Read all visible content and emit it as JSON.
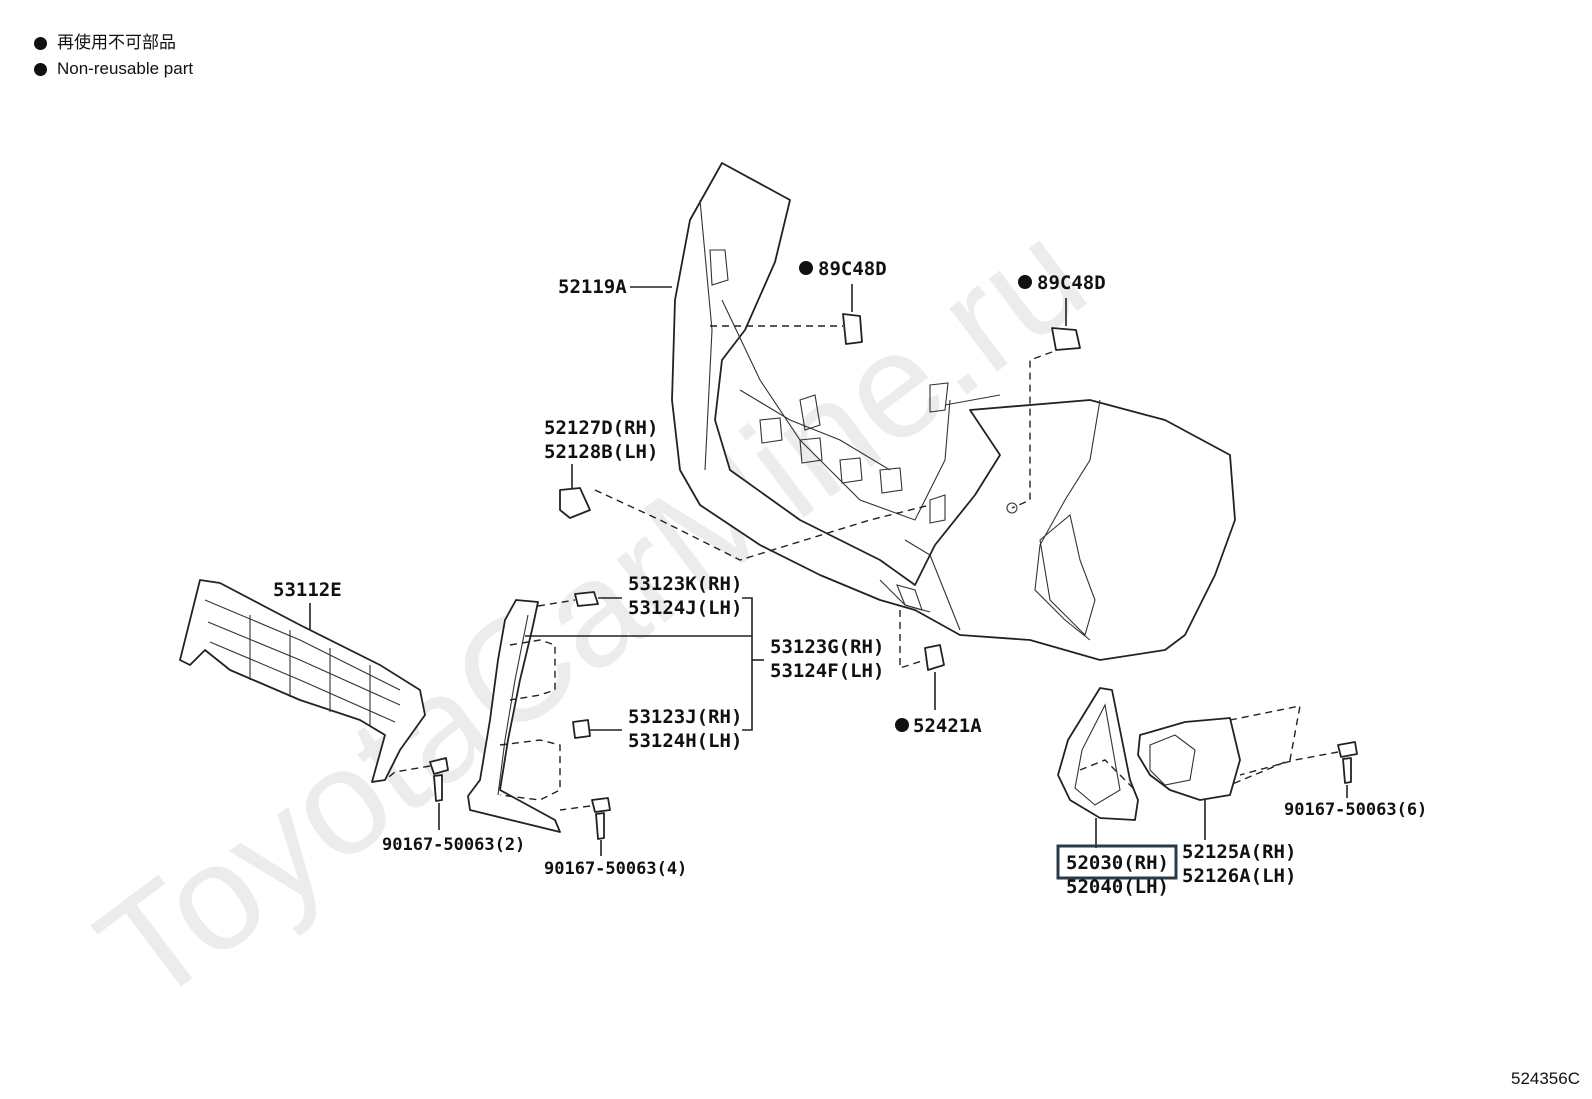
{
  "legend": {
    "items": [
      {
        "jp": "再使用不可部品"
      },
      {
        "en": "Non-reusable part"
      }
    ]
  },
  "watermark": "ToyotaCarMine.ru",
  "figure_number": "524356C",
  "labels": {
    "bumper_cover": "52119A",
    "clip_left": "89C48D",
    "clip_right": "89C48D",
    "cap_rh": "52127D(RH)",
    "cap_lh": "52128B(LH)",
    "grille": "53112E",
    "mold_upper_rh": "53123K(RH)",
    "mold_upper_lh": "53124J(LH)",
    "mold_rh": "53123G(RH)",
    "mold_lh": "53124F(LH)",
    "mold_lower_rh": "53123J(RH)",
    "mold_lower_lh": "53124H(LH)",
    "retainer": "52421A",
    "screw_grille": "90167-50063(2)",
    "screw_mold": "90167-50063(4)",
    "screw_cover": "90167-50063(6)",
    "bezel_rh": "52030(RH)",
    "bezel_lh": "52040(LH)",
    "cover_rh": "52125A(RH)",
    "cover_lh": "52126A(LH)"
  },
  "highlight_color": "#2b3a4a"
}
